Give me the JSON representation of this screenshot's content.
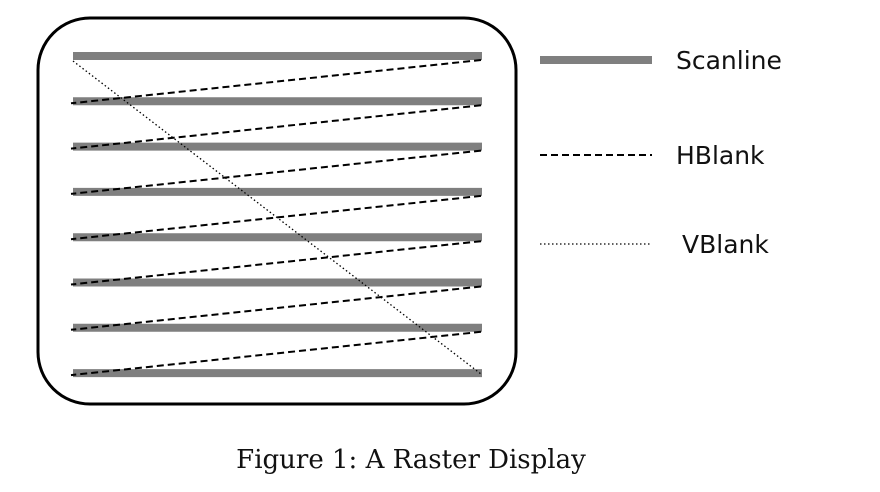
{
  "legend": {
    "scanline": "Scanline",
    "hblank": "HBlank",
    "vblank": "VBlank"
  },
  "caption": "Figure 1: A Raster Display",
  "colors": {
    "scanline": "#7f7f7f",
    "frame": "#000000",
    "blank_lines": "#000000"
  }
}
